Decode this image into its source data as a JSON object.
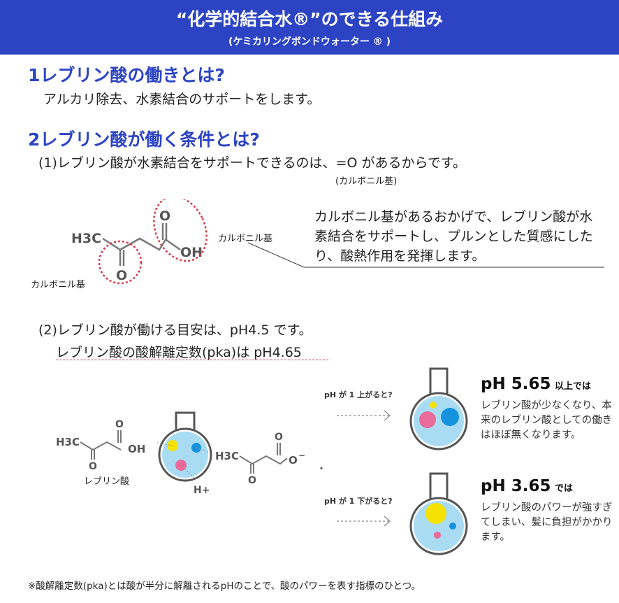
{
  "header": {
    "title": "“化学的結合水®”のできる仕組み",
    "subtitle": "(ケミカリングボンドウォーター ® )",
    "color": "#2c44c4"
  },
  "section1": {
    "heading": "1レブリン酸の働きとは?",
    "text": "アルカリ除去、水素結合のサポートをします。"
  },
  "section2": {
    "heading": "2レブリン酸が働く条件とは?",
    "item1": "(1)レブリン酸が水素結合をサポートできるのは、=O があるからです。",
    "item1_note": "(カルボニル基)",
    "diagram": {
      "label_right": "カルボニル基",
      "label_left": "カルボニル基",
      "h3c": "H3C",
      "o_top": "O",
      "o_bottom": "O",
      "oh": "OH"
    },
    "explanation": "カルボニル基があるおかげで、レブリン酸が水素結合をサポートし、プルンとした質感にしたり、酸熱作用を発揮します。",
    "item2": "(2)レブリン酸が働ける目安は、pH4.5 です。",
    "item2_sub": "レブリン酸の酸解離定数(pka)は pH4.65"
  },
  "reaction": {
    "left_label": "レブリン酸",
    "h_plus": "H+",
    "h3c_1": "H3C",
    "h3c_2": "H3C",
    "o": "O",
    "oh": "OH",
    "o_minus": "O",
    "minus": "−",
    "dot": "."
  },
  "ph_up": {
    "arrow_label": "pH が 1 上がると?",
    "title": "pH 5.65",
    "title_suffix": "以上では",
    "desc": "レブリン酸が少なくなり、本来のレブリン酸としての働きはほぼ無くなります。"
  },
  "ph_down": {
    "arrow_label": "pH が 1 下がると?",
    "title": "pH 3.65",
    "title_suffix": "では",
    "desc": "レブリン酸のパワーが強すぎてしまい、髪に負担がかかります。"
  },
  "footnote": "※酸解離定数(pka)とは酸が半分に解離されるpHのことで、酸のパワーを表す指標のひとつ。",
  "colors": {
    "accent": "#2c44c4",
    "dotted_red": "#d63b4a",
    "liquid": "#a9dcf3",
    "yellow": "#f5e200",
    "pink": "#ea6b9b",
    "blue": "#1592dd"
  }
}
